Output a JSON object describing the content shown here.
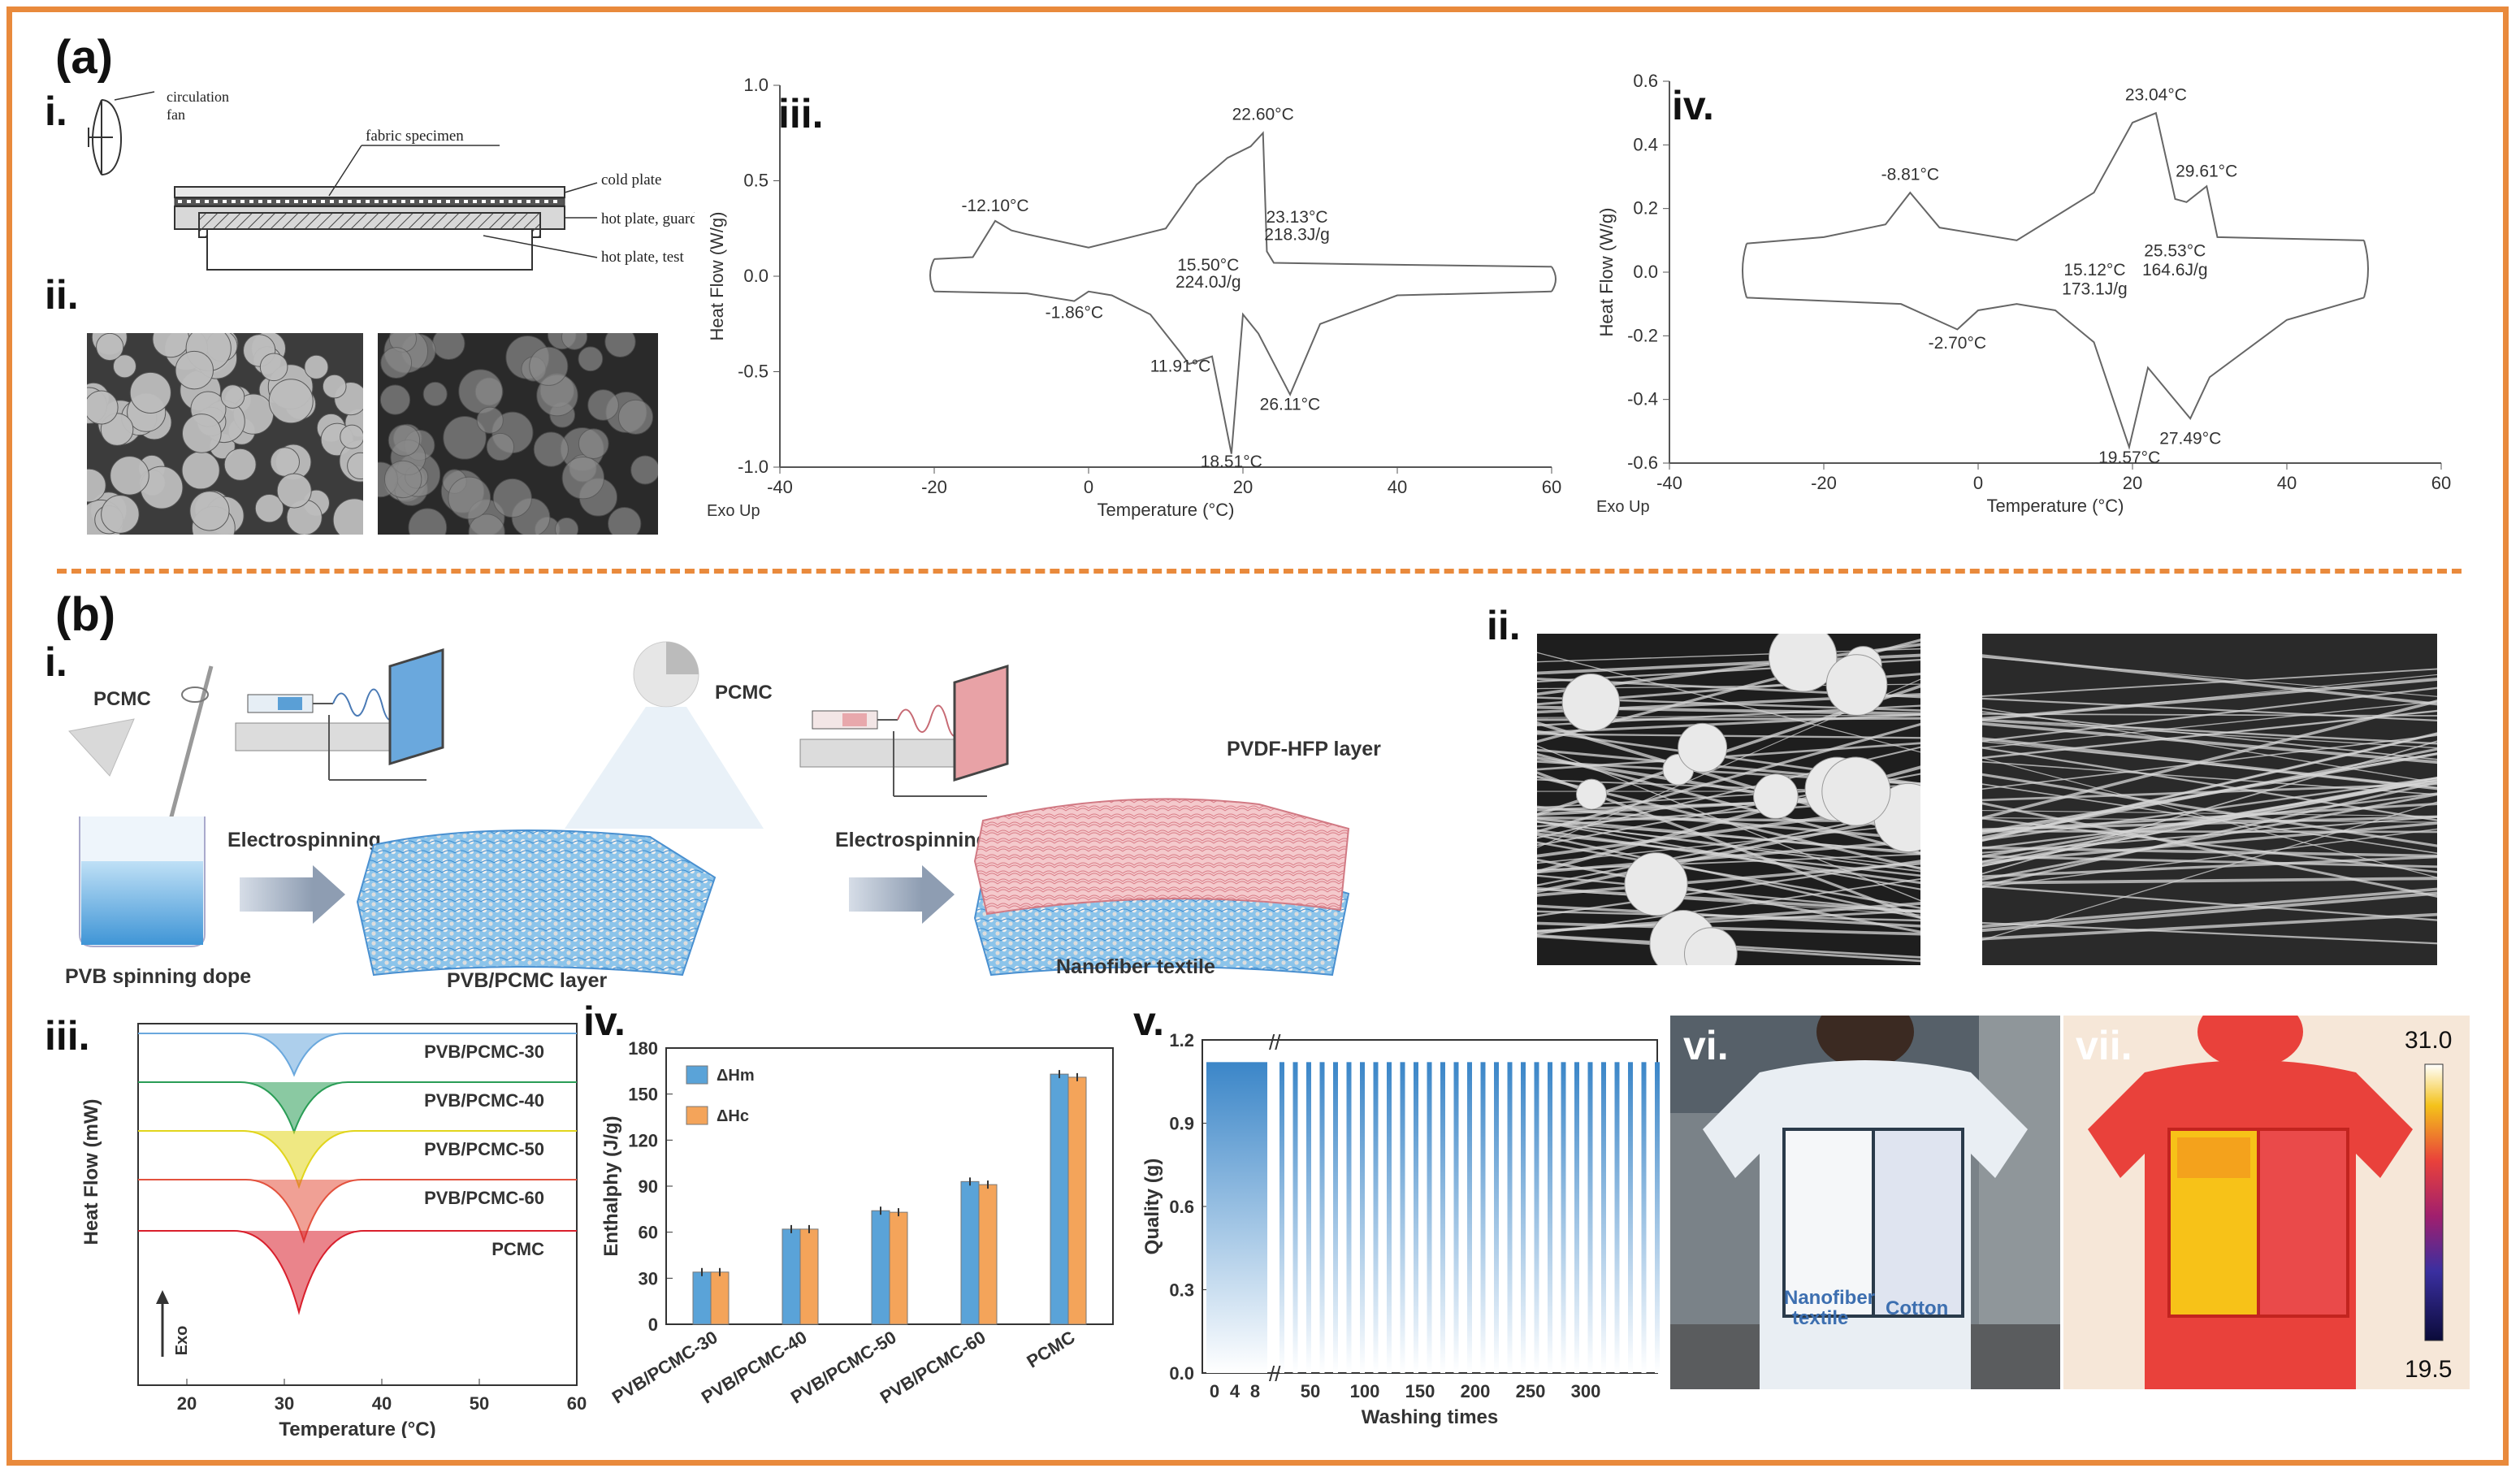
{
  "figure": {
    "panel_a": "(a)",
    "panel_b": "(b)",
    "a_i": "i.",
    "a_ii": "ii.",
    "a_iii": "iii.",
    "a_iv": "iv.",
    "b_i": "i.",
    "b_ii": "ii.",
    "b_iii": "iii.",
    "b_iv": "iv.",
    "b_v": "v.",
    "b_vi": "vi.",
    "b_vii": "vii."
  },
  "apparatus": {
    "fan": "circulation fan",
    "fan_line1": "circulation",
    "fan_line2": "fan",
    "specimen": "fabric specimen",
    "cold_plate": "cold plate",
    "guard": "hot plate, guard",
    "test": "hot plate, test"
  },
  "schematic": {
    "pcmc_left": "PCMC",
    "pcmc_mid": "PCMC",
    "electro1": "Electrospinning",
    "electro2": "Electrospinning",
    "dope": "PVB spinning dope",
    "layer1": "PVB/PCMC layer",
    "pvdf": "PVDF-HFP layer",
    "textile": "Nanofiber textile"
  },
  "photo": {
    "nano_label_1": "Nanofiber",
    "nano_label_2": "textile",
    "cotton_label": "Cotton",
    "scale_max": "31.0",
    "scale_min": "19.5",
    "colors": {
      "hot": "#f7c218",
      "warm": "#e9413b",
      "cool": "#f6e7d8"
    }
  },
  "dsc_iii": {
    "ylabel": "Heat Flow (W/g)",
    "xlabel": "Temperature (°C)",
    "exo": "Exo Up",
    "xticks": [
      "-40",
      "-20",
      "0",
      "20",
      "40",
      "60"
    ],
    "yticks": [
      "1.0",
      "0.5",
      "0.0",
      "-0.5",
      "-1.0"
    ],
    "annotations": [
      "22.60°C",
      "-12.10°C",
      "23.13°C",
      "218.3J/g",
      "15.50°C",
      "224.0J/g",
      "-1.86°C",
      "11.91°C",
      "26.11°C",
      "18.51°C"
    ]
  },
  "dsc_iv": {
    "ylabel": "Heat Flow (W/g)",
    "xlabel": "Temperature (°C)",
    "exo": "Exo Up",
    "xticks": [
      "-40",
      "-20",
      "0",
      "20",
      "40",
      "60"
    ],
    "yticks": [
      "0.6",
      "0.4",
      "0.2",
      "0.0",
      "-0.2",
      "-0.4",
      "-0.6"
    ],
    "annotations": [
      "23.04°C",
      "-8.81°C",
      "29.61°C",
      "25.53°C",
      "164.6J/g",
      "15.12°C",
      "173.1J/g",
      "-2.70°C",
      "19.57°C",
      "27.49°C"
    ]
  },
  "chart_data": [
    {
      "type": "line",
      "title": "",
      "xlabel": "Temperature (°C)",
      "ylabel": "Heat Flow (W/g)",
      "xlim": [
        -40,
        60
      ],
      "ylim": [
        -1.0,
        1.0
      ],
      "series": [
        {
          "x": [
            -20,
            -15,
            -12.1,
            -10,
            -8,
            0,
            10,
            14,
            18,
            21,
            22.6,
            23.1,
            24,
            40,
            60
          ],
          "y": [
            0.09,
            0.1,
            0.29,
            0.24,
            0.22,
            0.15,
            0.25,
            0.48,
            0.62,
            0.68,
            0.75,
            0.13,
            0.07,
            0.06,
            0.05
          ]
        },
        {
          "x": [
            60,
            40,
            30,
            26.11,
            22,
            20,
            18.51,
            16,
            13,
            11.91,
            8,
            3,
            0,
            -1.86,
            -8,
            -20
          ],
          "y": [
            -0.08,
            -0.1,
            -0.25,
            -0.62,
            -0.3,
            -0.2,
            -0.93,
            -0.42,
            -0.46,
            -0.4,
            -0.2,
            -0.1,
            -0.08,
            -0.13,
            -0.09,
            -0.08
          ]
        }
      ]
    },
    {
      "type": "line",
      "title": "",
      "xlabel": "Temperature (°C)",
      "ylabel": "Heat Flow (W/g)",
      "xlim": [
        -40,
        60
      ],
      "ylim": [
        -0.6,
        0.6
      ],
      "series": [
        {
          "x": [
            -30,
            -20,
            -12,
            -8.81,
            -5,
            5,
            15,
            20,
            23.04,
            25.53,
            27,
            29.61,
            31,
            50
          ],
          "y": [
            0.09,
            0.11,
            0.15,
            0.25,
            0.14,
            0.1,
            0.25,
            0.47,
            0.5,
            0.23,
            0.22,
            0.27,
            0.11,
            0.1
          ]
        },
        {
          "x": [
            50,
            40,
            30,
            27.49,
            22,
            19.57,
            15,
            10,
            5,
            0,
            -2.7,
            -10,
            -30
          ],
          "y": [
            -0.08,
            -0.15,
            -0.33,
            -0.46,
            -0.3,
            -0.55,
            -0.22,
            -0.12,
            -0.1,
            -0.12,
            -0.18,
            -0.1,
            -0.08
          ]
        }
      ]
    },
    {
      "type": "line",
      "title": "",
      "xlabel": "Temperature (°C)",
      "ylabel": "Heat Flow (mW)",
      "xlim": [
        15,
        60
      ],
      "series": [
        {
          "name": "PVB/PCMC-30",
          "peak_x": 31,
          "depth": 0.3
        },
        {
          "name": "PVB/PCMC-40",
          "peak_x": 31,
          "depth": 0.45
        },
        {
          "name": "PVB/PCMC-50",
          "peak_x": 31.5,
          "depth": 0.55
        },
        {
          "name": "PVB/PCMC-60",
          "peak_x": 32,
          "depth": 0.65
        },
        {
          "name": "PCMC",
          "peak_x": 31.5,
          "depth": 1.0
        }
      ],
      "ann": "Exo"
    },
    {
      "type": "bar",
      "title": "",
      "xlabel": "",
      "ylabel": "Enthalphy (J/g)",
      "ylim": [
        0,
        180
      ],
      "categories": [
        "PVB/PCMC-30",
        "PVB/PCMC-40",
        "PVB/PCMC-50",
        "PVB/PCMC-60",
        "PCMC"
      ],
      "series": [
        {
          "name": "ΔHm",
          "values": [
            34,
            62,
            74,
            93,
            163
          ]
        },
        {
          "name": "ΔHc",
          "values": [
            34,
            62,
            73,
            91,
            161
          ]
        }
      ],
      "legend": "top-left"
    },
    {
      "type": "bar",
      "title": "",
      "xlabel": "Washing times",
      "ylabel": "Quality (g)",
      "ylim": [
        0,
        1.2
      ],
      "xticks": [
        "0",
        "4",
        "8",
        "50",
        "100",
        "150",
        "200",
        "250",
        "300"
      ],
      "yticks": [
        "0.0",
        "0.3",
        "0.6",
        "0.9",
        "1.2"
      ],
      "value": 1.12
    }
  ]
}
